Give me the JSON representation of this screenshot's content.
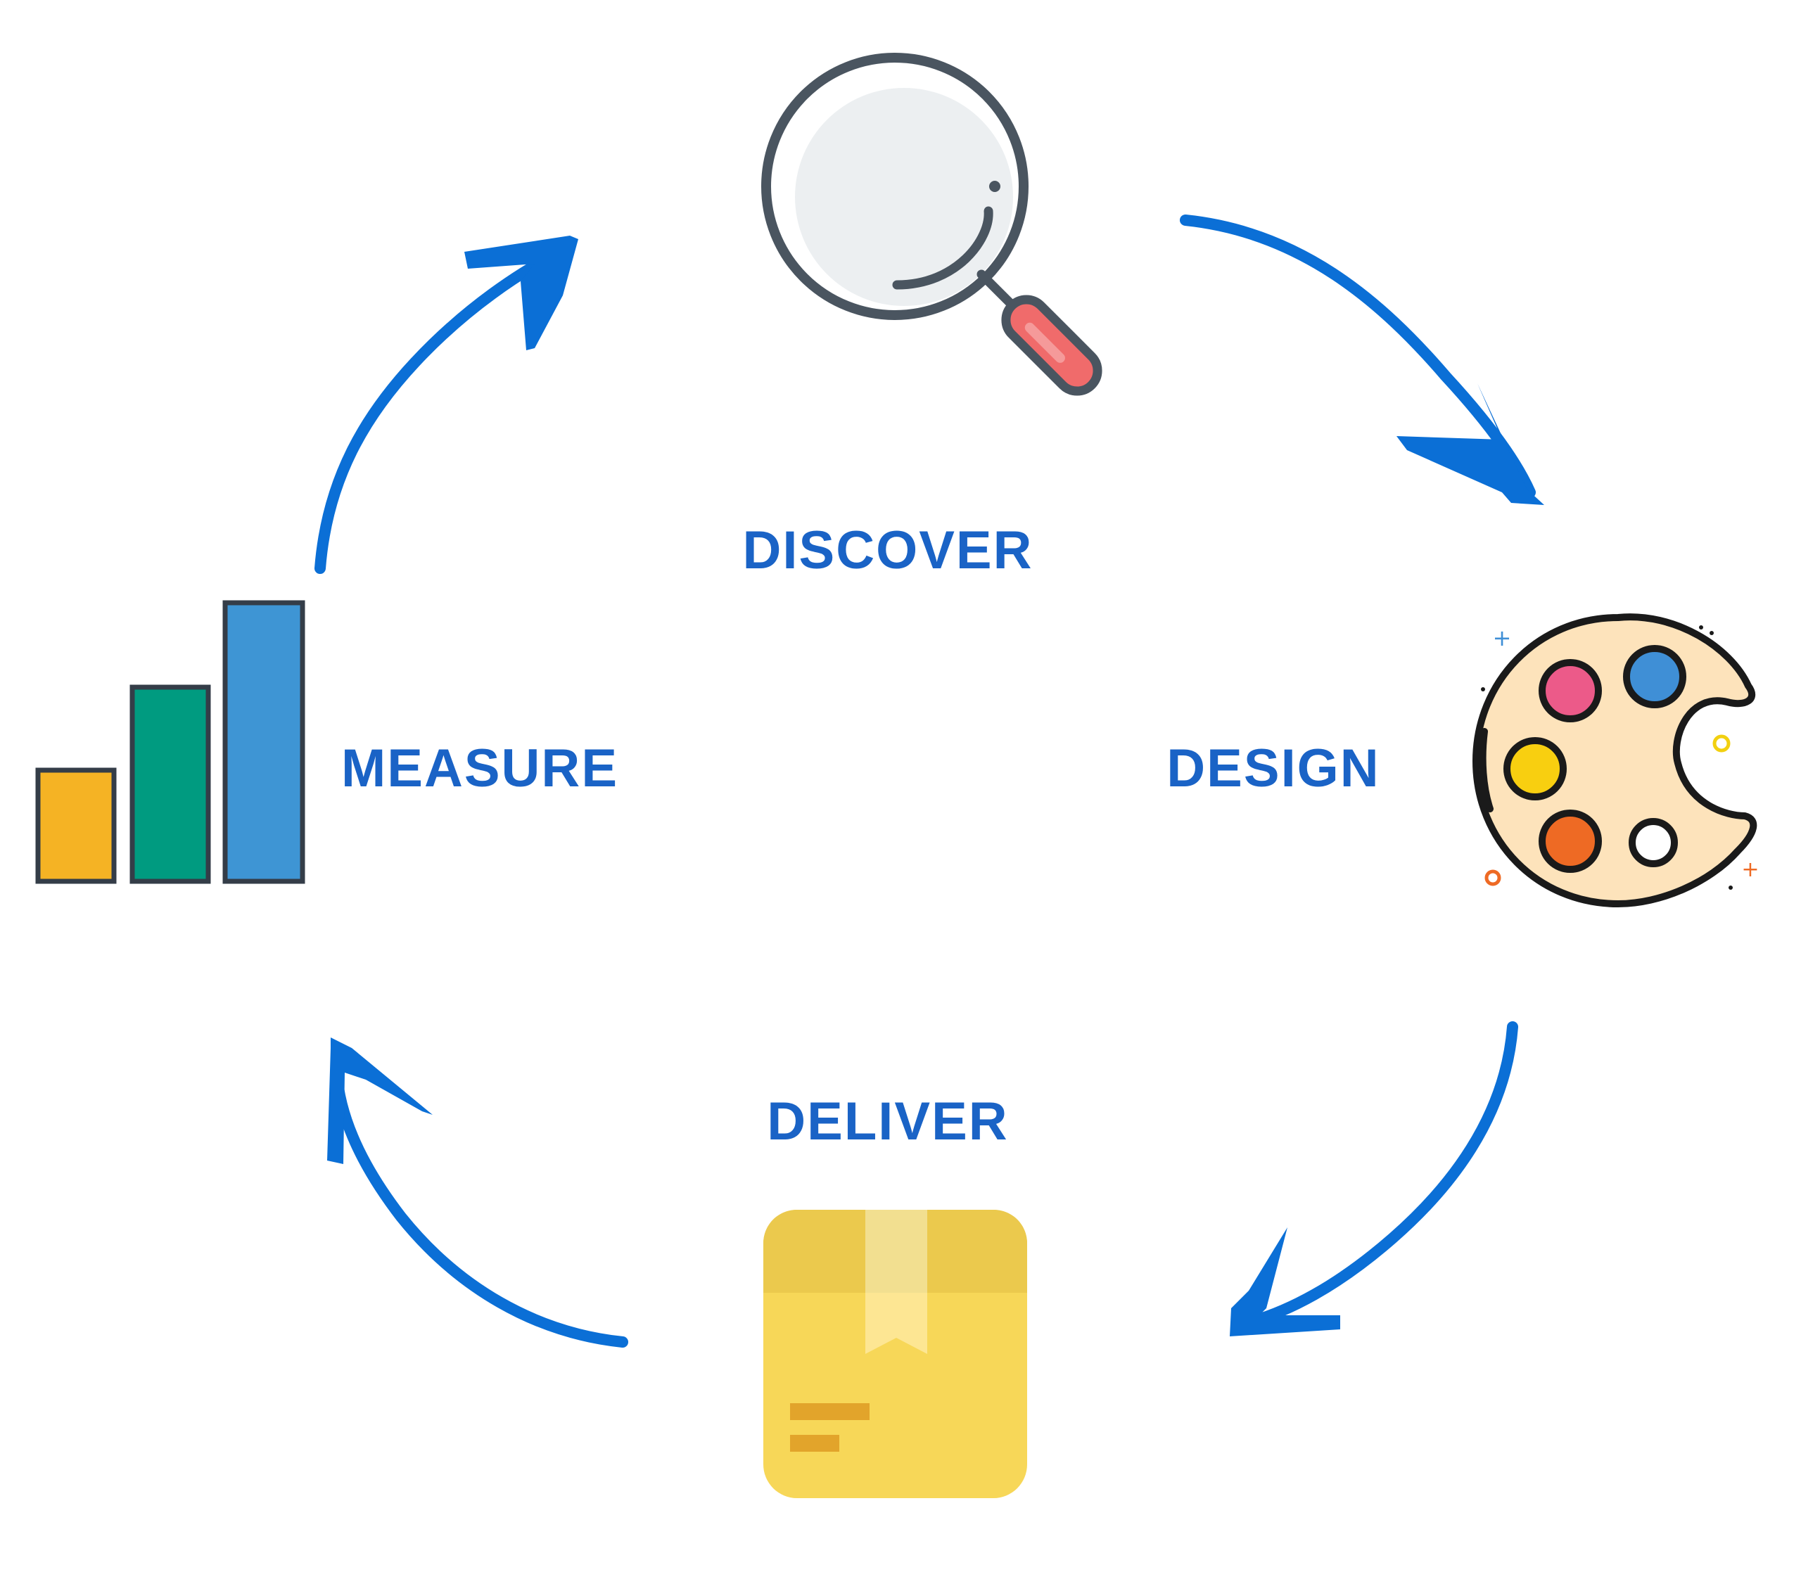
{
  "diagram": {
    "stages": {
      "discover": {
        "label": "DISCOVER",
        "icon": "magnifying-glass-icon"
      },
      "design": {
        "label": "DESIGN",
        "icon": "paint-palette-icon"
      },
      "deliver": {
        "label": "DELIVER",
        "icon": "package-box-icon"
      },
      "measure": {
        "label": "MEASURE",
        "icon": "bar-chart-icon"
      }
    },
    "flow": [
      "discover",
      "design",
      "deliver",
      "measure",
      "discover"
    ],
    "colors": {
      "label": "#1a63c6",
      "arrow": "#0b6fd6",
      "icon_outline": "#4a5560",
      "lens": "#eceff1",
      "handle": "#f06b6b",
      "bar_yellow": "#f5b324",
      "bar_teal": "#009b80",
      "bar_blue": "#3e95d4",
      "palette_fill": "#fde3bb",
      "paint_pink": "#ec5a89",
      "paint_blue": "#3f8fd6",
      "paint_yellow": "#f8cf10",
      "paint_orange": "#ee6a24",
      "box_top": "#ebc94d",
      "box_body": "#f7d758",
      "box_tape": "#fde693",
      "box_lines": "#e2a42b"
    }
  }
}
